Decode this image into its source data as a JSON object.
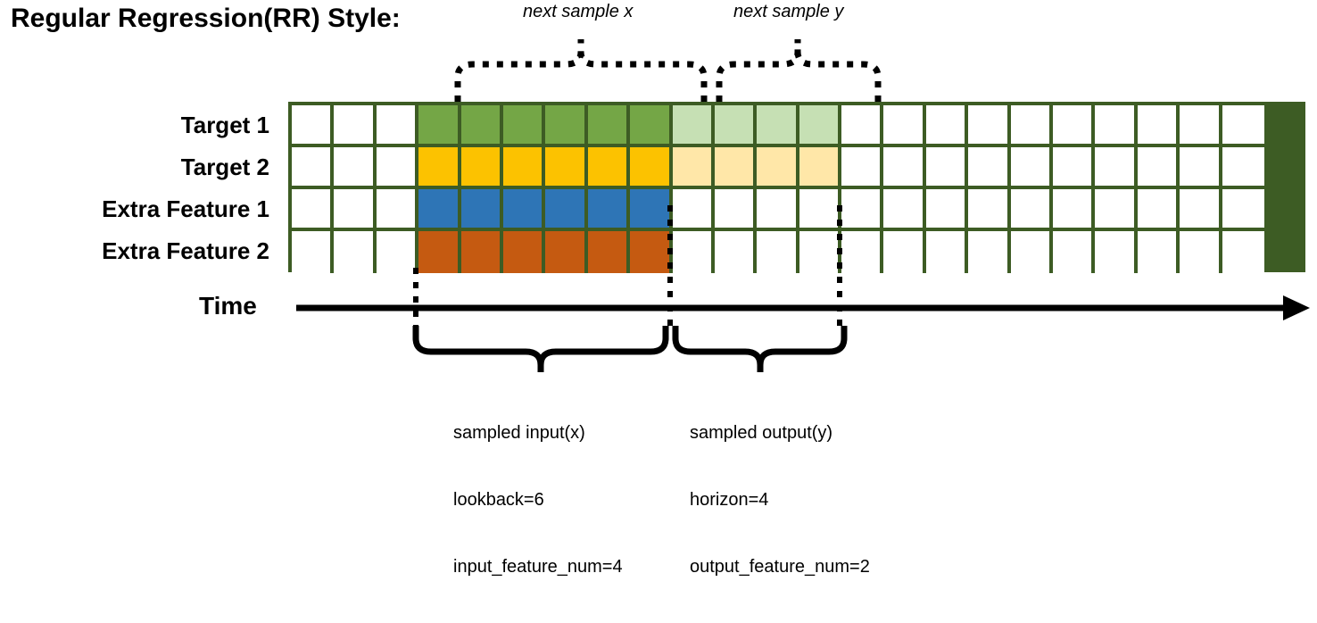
{
  "title": "Regular Regression(RR) Style:",
  "top_annotations": {
    "next_sample_x": "next sample x",
    "next_sample_y": "next sample y"
  },
  "row_labels": [
    "Target 1",
    "Target 2",
    "Extra Feature 1",
    "Extra Feature 2"
  ],
  "axis": {
    "time_label": "Time",
    "arrow_direction": "right"
  },
  "colors": {
    "grid_border": "#3d5c24",
    "target1_input": "#74a646",
    "target1_output": "#c6e0b4",
    "target2_input": "#fcc200",
    "target2_output": "#ffe7a8",
    "extra_feature1": "#2e75b6",
    "extra_feature2": "#c55a11",
    "empty": "#ffffff"
  },
  "grid": {
    "columns": 23,
    "rows": 4,
    "lookback_start_col": 3,
    "lookback_end_col": 8,
    "horizon_start_col": 9,
    "horizon_end_col": 12,
    "cells": [
      [
        "white",
        "white",
        "white",
        "green",
        "green",
        "green",
        "green",
        "green",
        "green",
        "greenlt",
        "greenlt",
        "greenlt",
        "greenlt",
        "white",
        "white",
        "white",
        "white",
        "white",
        "white",
        "white",
        "white",
        "white",
        "white"
      ],
      [
        "white",
        "white",
        "white",
        "gold",
        "gold",
        "gold",
        "gold",
        "gold",
        "gold",
        "goldlt",
        "goldlt",
        "goldlt",
        "goldlt",
        "white",
        "white",
        "white",
        "white",
        "white",
        "white",
        "white",
        "white",
        "white",
        "white"
      ],
      [
        "white",
        "white",
        "white",
        "blue",
        "blue",
        "blue",
        "blue",
        "blue",
        "blue",
        "white",
        "white",
        "white",
        "white",
        "white",
        "white",
        "white",
        "white",
        "white",
        "white",
        "white",
        "white",
        "white",
        "white"
      ],
      [
        "white",
        "white",
        "white",
        "orange",
        "orange",
        "orange",
        "orange",
        "orange",
        "orange",
        "white",
        "white",
        "white",
        "white",
        "white",
        "white",
        "white",
        "white",
        "white",
        "white",
        "white",
        "white",
        "white",
        "white"
      ]
    ]
  },
  "captions": {
    "left": {
      "line1": "sampled input(x)",
      "line2": "lookback=6",
      "line3": "input_feature_num=4"
    },
    "right": {
      "line1": "sampled output(y)",
      "line2": "horizon=4",
      "line3": "output_feature_num=2"
    }
  }
}
